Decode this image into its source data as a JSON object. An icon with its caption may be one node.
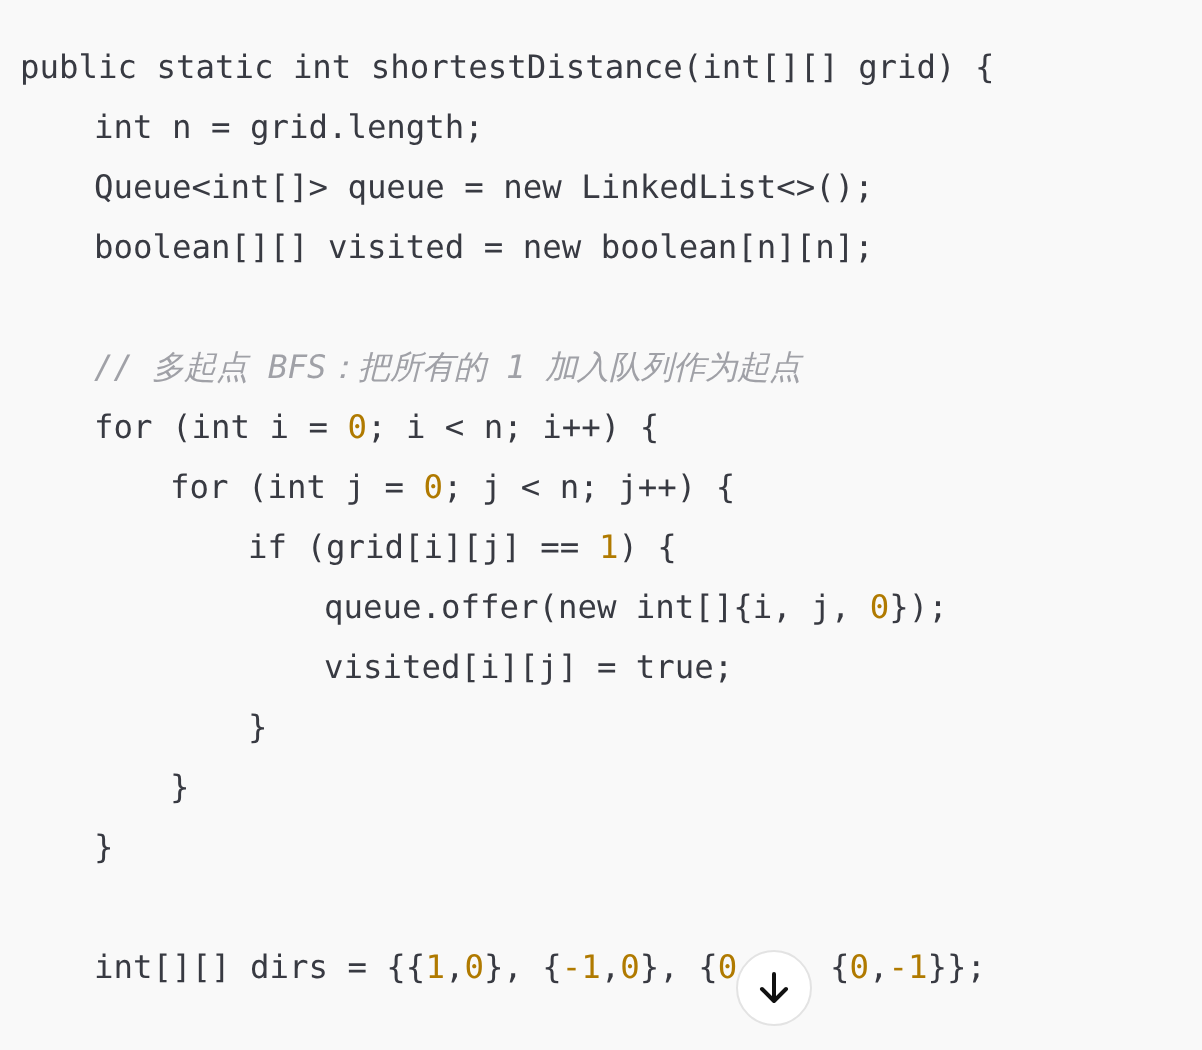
{
  "diagram": {
    "labels": [
      "public static int shortestDistance(int[][] grid) {",
      "int n = grid.length;",
      "Queue<int[]> queue = new LinkedList<>();",
      "boolean[][] visited = new boolean[n][n];",
      "// 多起点 BFS：把所有的 1 加入队列作为起点",
      "for (int i = 0; i < n; i++) {",
      "for (int j = 0; j < n; j++) {",
      "if (grid[i][j] == 1) {",
      "queue.offer(new int[]{i, j, 0});",
      "visited[i][j] = true;",
      "}",
      "}",
      "}",
      "int[][] dirs = {{1,0}, {-1,0}, {0,",
      "{0,-1}};"
    ]
  }
}
